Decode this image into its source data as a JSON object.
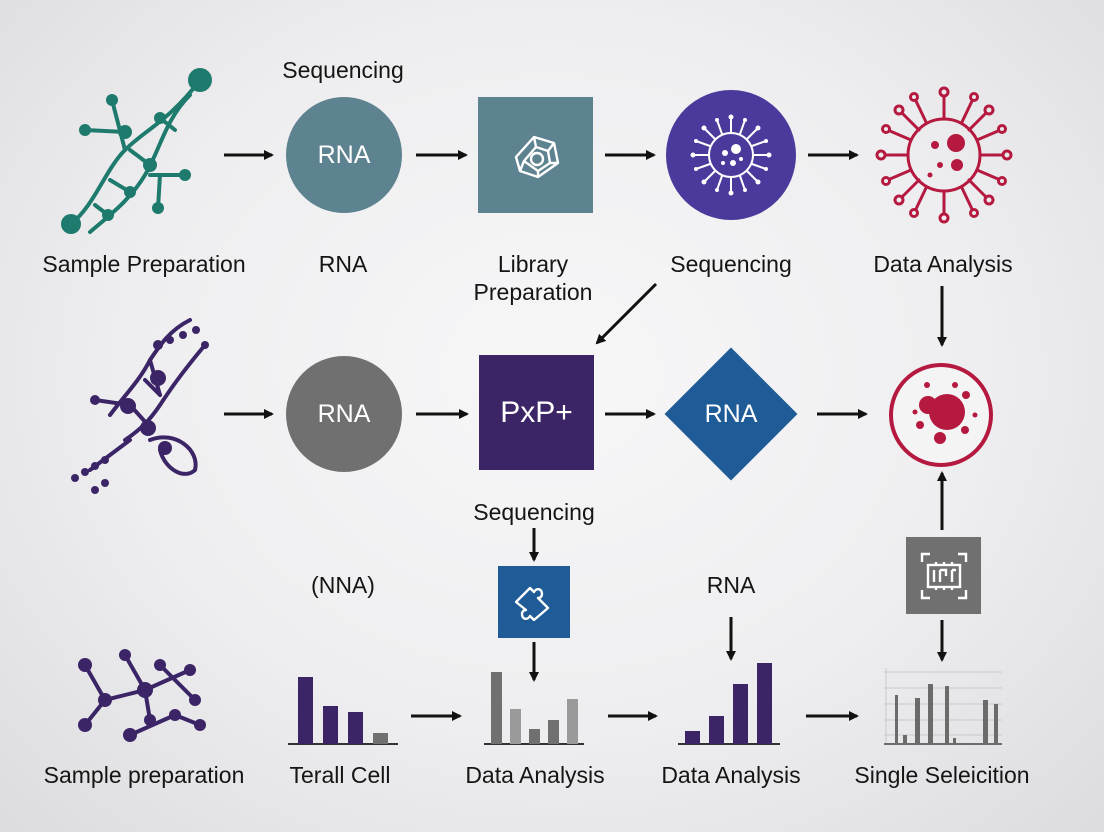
{
  "colors": {
    "teal": "#1d7a6c",
    "slate_blue": "#5d8290",
    "indigo_violet": "#4b3a9c",
    "crimson": "#b5193f",
    "gray": "#707070",
    "deep_purple": "#3b2566",
    "royal_blue": "#1f5b96",
    "arrow": "#111111"
  },
  "row1": {
    "top_label": "Sequencing",
    "labels": [
      "Sample Preparation",
      "RNA",
      "Library\nPreparation",
      "Sequencing",
      "Data Analysis"
    ],
    "circle_text": "RNA",
    "icons": [
      "teal-dna-strand-icon",
      "box-cube-icon",
      "virus-icon",
      "crimson-cell-icon"
    ]
  },
  "row2": {
    "circle_text": "RNA",
    "box_text": "PxP+",
    "diamond_text": "RNA",
    "icons": [
      "purple-dna-strand-icon",
      "crimson-cell-circle-icon"
    ]
  },
  "row3": {
    "top_labels": [
      "Sequencing",
      "(NNA)",
      "RNA"
    ],
    "labels": [
      "Sample preparation",
      "Terall Cell",
      "Data Analysis",
      "Data Analysis",
      "Single Seleicition"
    ],
    "icons": [
      "molecule-network-icon",
      "bar-chart-icon",
      "puzzle-icon",
      "chip-icon"
    ]
  }
}
